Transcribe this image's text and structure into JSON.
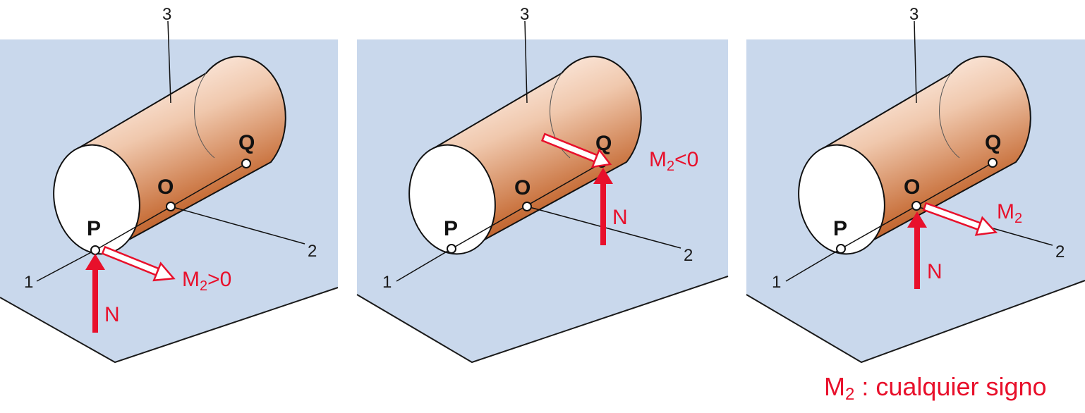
{
  "colors": {
    "plane": "#c9d8ec",
    "red": "#e8102b",
    "cylinder_light": "#fff3ec",
    "cylinder_dark": "#a64012",
    "line": "#1a1a1a"
  },
  "panels": [
    {
      "axis_labels": {
        "one": "1",
        "two": "2",
        "three": "3"
      },
      "points": {
        "p": "P",
        "o": "O",
        "q": "Q"
      },
      "normal_label": "N",
      "moment": {
        "symbol": "M",
        "sub": "2",
        "cond": ">0"
      }
    },
    {
      "axis_labels": {
        "one": "1",
        "two": "2",
        "three": "3"
      },
      "points": {
        "p": "P",
        "o": "O",
        "q": "Q"
      },
      "normal_label": "N",
      "moment": {
        "symbol": "M",
        "sub": "2",
        "cond": "<0"
      }
    },
    {
      "axis_labels": {
        "one": "1",
        "two": "2",
        "three": "3"
      },
      "points": {
        "p": "P",
        "o": "O",
        "q": "Q"
      },
      "normal_label": "N",
      "moment": {
        "symbol": "M",
        "sub": "2",
        "cond": ""
      }
    }
  ],
  "caption": {
    "symbol": "M",
    "sub": "2",
    "text": " : cualquier signo"
  }
}
